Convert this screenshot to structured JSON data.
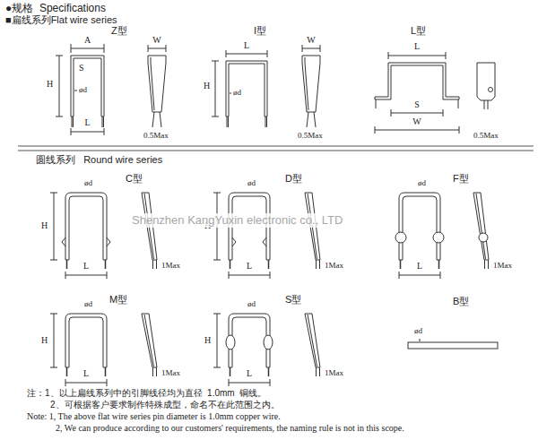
{
  "diagram": {
    "title": "●规格  Specifications",
    "labels": [
      "■扁线系列Flat wire series",
      "Z型",
      "A",
      "S",
      "ød",
      "H",
      "L",
      "W",
      "0.5Max",
      "I型",
      "L",
      "H",
      "ød",
      "W",
      "0.5Max",
      "L型",
      "L",
      "S",
      "W",
      "0.5Max",
      "圆线系列   Round wire series",
      "C型",
      "ød",
      "H",
      "L",
      "1Max",
      "D型",
      "ød",
      "H",
      "L",
      "1Max",
      "F型",
      "ød",
      "L",
      "1Max",
      "M型",
      "ød",
      "H",
      "L",
      "1Max",
      "S型",
      "ød",
      "H",
      "L",
      "1Max",
      "B型",
      "ød",
      "注：1、以上扁线系列中的引脚线径均为直径  1.0mm  铜线。",
      "2、可根据客户要求制作特殊成型，命名不在此范围之内。",
      "Note: 1, The above flat wire series pin diameter is 1.0mm copper wire.",
      "2, We can produce according to our customers' requirements, the naming rule is not in this scope.",
      "Shenzhen KangYuxin electronic co., LTD"
    ]
  }
}
